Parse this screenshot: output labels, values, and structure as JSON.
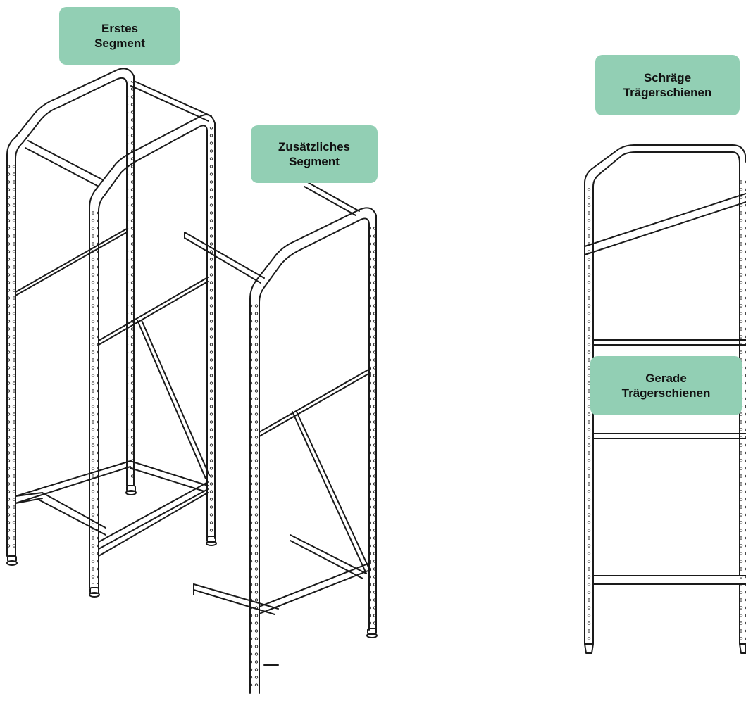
{
  "labels": {
    "first_segment": {
      "line1": "Erstes",
      "line2": "Segment"
    },
    "additional_segment": {
      "line1": "Zusätzliches",
      "line2": "Segment"
    },
    "sloped_rails": {
      "line1": "Schräge",
      "line2": "Trägerschienen"
    },
    "straight_rails": {
      "line1": "Gerade",
      "line2": "Trägerschienen"
    }
  },
  "colors": {
    "label_background": "#92cfb4",
    "line": "#1a1a1a",
    "background": "#ffffff"
  }
}
